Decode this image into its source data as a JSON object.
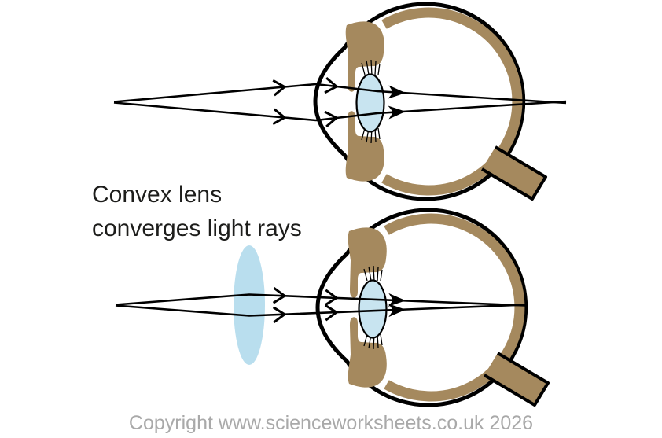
{
  "label": {
    "line1": "Convex lens",
    "line2": "converges light rays"
  },
  "footer": {
    "copyright": "Copyright www.scienceworksheets.co.uk 2026"
  },
  "colors": {
    "background": "#ffffff",
    "outline_black": "#000000",
    "tissue_brown": "#a5895e",
    "eye_lens_blue": "#c8e4f0",
    "corrective_lens_blue": "#b9deee",
    "title_black": "#1d1d1b",
    "copyright_gray": "#a9a9a9"
  }
}
